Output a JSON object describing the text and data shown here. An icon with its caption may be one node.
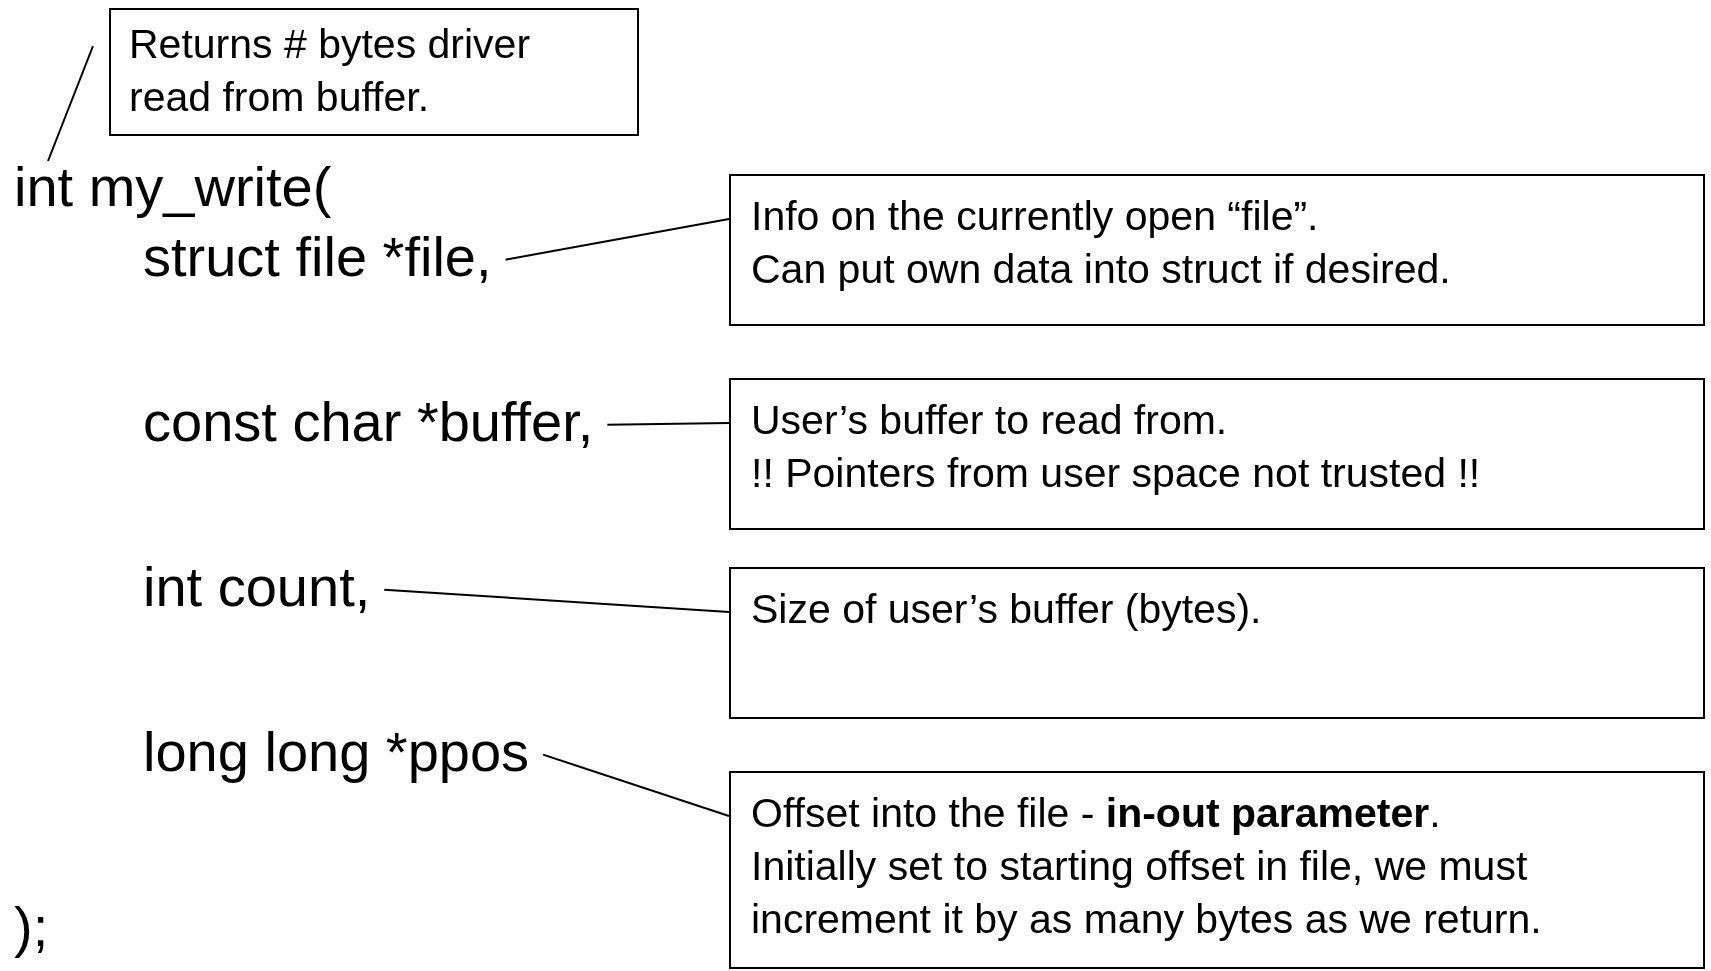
{
  "diagram": {
    "nodes": [
      {
        "text": [
          "int my_write("
        ]
      },
      {
        "text": [
          "Returns # bytes driver read from buffer."
        ]
      },
      {
        "text": [
          "struct file *file,"
        ]
      },
      {
        "text": [
          "Info on the currently open “file”.",
          "Can put own data into struct if desired."
        ]
      },
      {
        "text": [
          "const char *buffer,"
        ]
      },
      {
        "text": [
          "User’s buffer to read from.",
          "!! Pointers from user space not trusted !!"
        ]
      },
      {
        "text": [
          "int count,"
        ]
      },
      {
        "text": [
          "Size of user’s buffer (bytes)."
        ]
      },
      {
        "text": [
          "long long *ppos"
        ]
      },
      {
        "text": [
          "Offset into the file - **in-out parameter**.",
          "Initially set to starting offset in file, we must increment it by as many bytes as we return."
        ]
      }
    ],
    "edges": [
      {
        "from": 0,
        "to": 1,
        "arrow": "none"
      },
      {
        "from": 2,
        "to": 3,
        "arrow": "none"
      },
      {
        "from": 4,
        "to": 5,
        "arrow": "none"
      },
      {
        "from": 6,
        "to": 7,
        "arrow": "none"
      },
      {
        "from": 8,
        "to": 9,
        "arrow": "none"
      }
    ],
    "labels": [
      ");"
    ]
  }
}
